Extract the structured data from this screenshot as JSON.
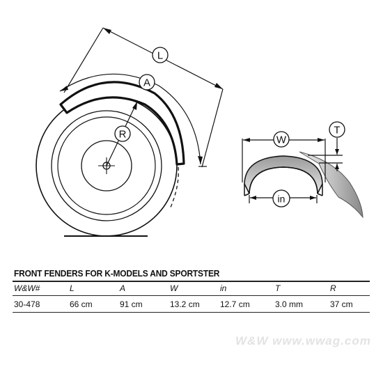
{
  "diagram": {
    "labels": {
      "L": "L",
      "A": "A",
      "R": "R",
      "W": "W",
      "T": "T",
      "in": "in"
    }
  },
  "spec": {
    "title": "FRONT FENDERS FOR K-MODELS AND SPORTSTER",
    "columns": [
      "W&W#",
      "L",
      "A",
      "W",
      "in",
      "T",
      "R"
    ],
    "rows": [
      [
        "30-478",
        "66 cm",
        "91 cm",
        "13.2 cm",
        "12.7 cm",
        "3.0 mm",
        "37 cm"
      ]
    ]
  },
  "watermark": "W&W www.wwag.com"
}
